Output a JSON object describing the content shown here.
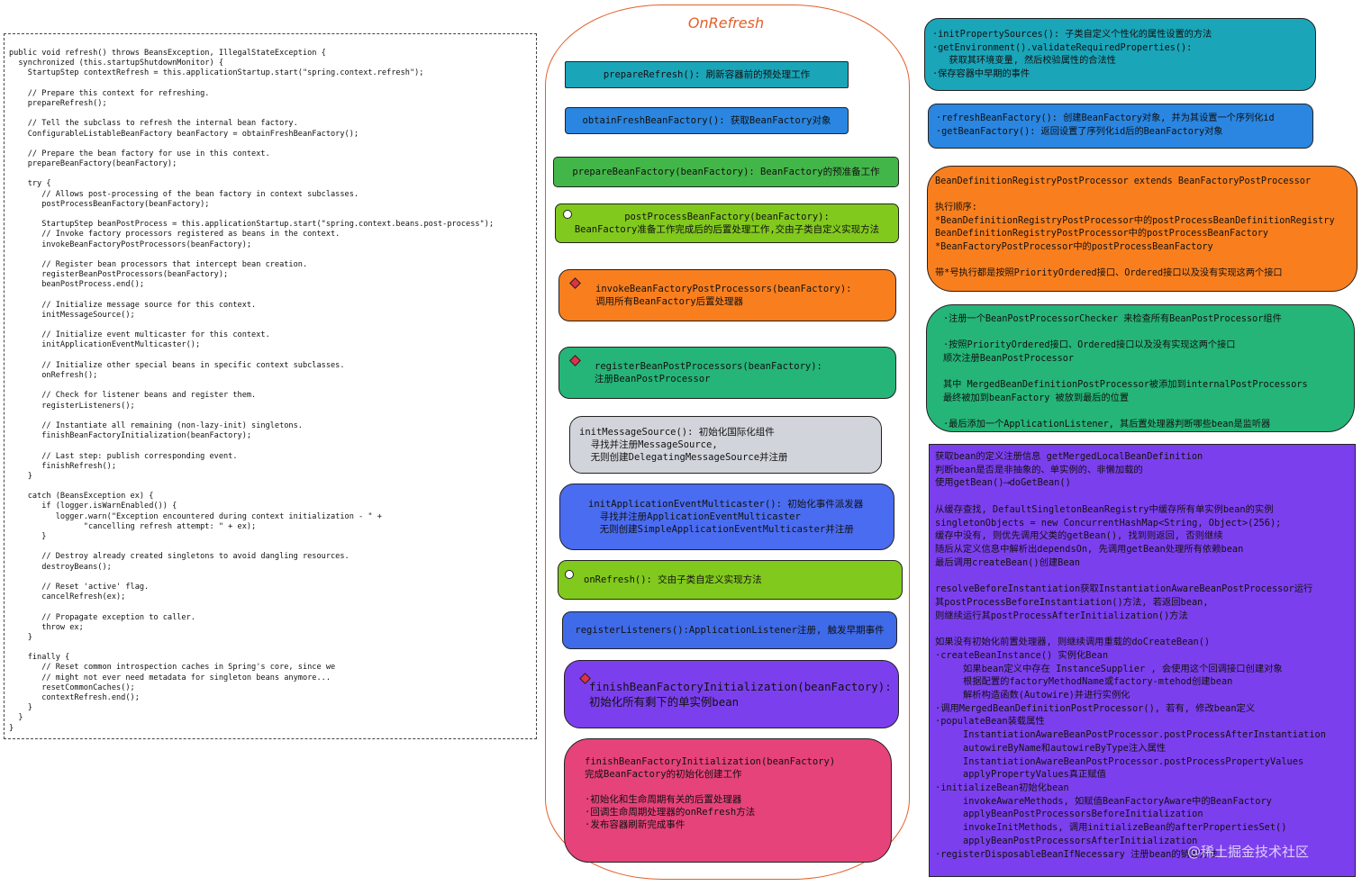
{
  "code_lines": [
    "public void refresh() throws BeansException, IllegalStateException {",
    "  synchronized (this.startupShutdownMonitor) {",
    "    StartupStep contextRefresh = this.applicationStartup.start(\"spring.context.refresh\");",
    "",
    "    // Prepare this context for refreshing.",
    "    prepareRefresh();",
    "",
    "    // Tell the subclass to refresh the internal bean factory.",
    "    ConfigurableListableBeanFactory beanFactory = obtainFreshBeanFactory();",
    "",
    "    // Prepare the bean factory for use in this context.",
    "    prepareBeanFactory(beanFactory);",
    "",
    "    try {",
    "       // Allows post-processing of the bean factory in context subclasses.",
    "       postProcessBeanFactory(beanFactory);",
    "",
    "       StartupStep beanPostProcess = this.applicationStartup.start(\"spring.context.beans.post-process\");",
    "       // Invoke factory processors registered as beans in the context.",
    "       invokeBeanFactoryPostProcessors(beanFactory);",
    "",
    "       // Register bean processors that intercept bean creation.",
    "       registerBeanPostProcessors(beanFactory);",
    "       beanPostProcess.end();",
    "",
    "       // Initialize message source for this context.",
    "       initMessageSource();",
    "",
    "       // Initialize event multicaster for this context.",
    "       initApplicationEventMulticaster();",
    "",
    "       // Initialize other special beans in specific context subclasses.",
    "       onRefresh();",
    "",
    "       // Check for listener beans and register them.",
    "       registerListeners();",
    "",
    "       // Instantiate all remaining (non-lazy-init) singletons.",
    "       finishBeanFactoryInitialization(beanFactory);",
    "",
    "       // Last step: publish corresponding event.",
    "       finishRefresh();",
    "    }",
    "",
    "    catch (BeansException ex) {",
    "       if (logger.isWarnEnabled()) {",
    "          logger.warn(\"Exception encountered during context initialization - \" +",
    "                \"cancelling refresh attempt: \" + ex);",
    "       }",
    "",
    "       // Destroy already created singletons to avoid dangling resources.",
    "       destroyBeans();",
    "",
    "       // Reset 'active' flag.",
    "       cancelRefresh(ex);",
    "",
    "       // Propagate exception to caller.",
    "       throw ex;",
    "    }",
    "",
    "    finally {",
    "       // Reset common introspection caches in Spring's core, since we",
    "       // might not ever need metadata for singleton beans anymore...",
    "       resetCommonCaches();",
    "       contextRefresh.end();",
    "    }",
    "  }",
    "}"
  ],
  "container_title": "OnRefresh",
  "steps": [
    {
      "lines": [
        "prepareRefresh(): 刷新容器前的预处理工作"
      ],
      "color": "#1aa5b9",
      "marker": "none"
    },
    {
      "lines": [
        "obtainFreshBeanFactory(): 获取BeanFactory对象"
      ],
      "color": "#2a86e0",
      "marker": "none"
    },
    {
      "lines": [
        "prepareBeanFactory(beanFactory): BeanFactory的预准备工作"
      ],
      "color": "#43b649",
      "marker": "none"
    },
    {
      "lines": [
        "postProcessBeanFactory(beanFactory):",
        "BeanFactory准备工作完成后的后置处理工作,交由子类自定义实现方法"
      ],
      "color": "#82c91e",
      "marker": "circle"
    },
    {
      "lines": [
        "invokeBeanFactoryPostProcessors(beanFactory):",
        "调用所有BeanFactory后置处理器"
      ],
      "color": "#f97f1e",
      "marker": "diamond"
    },
    {
      "lines": [
        "registerBeanPostProcessors(beanFactory):",
        "注册BeanPostProcessor"
      ],
      "color": "#25b578",
      "marker": "diamond"
    },
    {
      "lines": [
        "initMessageSource(): 初始化国际化组件",
        "  寻找并注册MessageSource,",
        "  无则创建DelegatingMessageSource并注册"
      ],
      "color": "#d1d5db",
      "marker": "none"
    },
    {
      "lines": [
        "initApplicationEventMulticaster(): 初始化事件派发器",
        "  寻找并注册ApplicationEventMulticaster",
        "  无则创建SimpleApplicationEventMulticaster并注册"
      ],
      "color": "#4a6cf0",
      "marker": "none"
    },
    {
      "lines": [
        "onRefresh(): 交由子类自定义实现方法"
      ],
      "color": "#82c91e",
      "marker": "circle"
    },
    {
      "lines": [
        "registerListeners():ApplicationListener注册, 触发早期事件"
      ],
      "color": "#3f6ae8",
      "marker": "none"
    },
    {
      "lines": [
        "finishBeanFactoryInitialization(beanFactory):",
        "初始化所有剩下的单实例bean"
      ],
      "color": "#7c3fee",
      "marker": "diamond"
    },
    {
      "lines": [
        "finishBeanFactoryInitialization(beanFactory)",
        "完成BeanFactory的初始化创建工作",
        "",
        "·初始化和生命周期有关的后置处理器",
        "·回调生命周期处理器的onRefresh方法",
        "·发布容器刷新完成事件"
      ],
      "color": "#e6437a",
      "marker": "none"
    }
  ],
  "notes": [
    {
      "lines": [
        "·initPropertySources(): 子类自定义个性化的属性设置的方法",
        "·getEnvironment().validateRequiredProperties():",
        "   获取其环境变量, 然后校验属性的合法性",
        "·保存容器中早期的事件"
      ],
      "color": "#1aa5b9"
    },
    {
      "lines": [
        "·refreshBeanFactory(): 创建BeanFactory对象, 并为其设置一个序列化id",
        "·getBeanFactory(): 返回设置了序列化id后的BeanFactory对象"
      ],
      "color": "#2a86e0"
    },
    {
      "lines": [
        "BeanDefinitionRegistryPostProcessor extends BeanFactoryPostProcessor",
        "",
        "执行顺序:",
        "*BeanDefinitionRegistryPostProcessor中的postProcessBeanDefinitionRegistry",
        "BeanDefinitionRegistryPostProcessor中的postProcessBeanFactory",
        "*BeanFactoryPostProcessor中的postProcessBeanFactory",
        "",
        "带*号执行都是按照PriorityOrdered接口、Ordered接口以及没有实现这两个接口"
      ],
      "color": "#f97f1e"
    },
    {
      "lines": [
        "·注册一个BeanPostProcessorChecker 来检查所有BeanPostProcessor组件",
        "",
        "·按照PriorityOrdered接口、Ordered接口以及没有实现这两个接口",
        "顺次注册BeanPostProcessor",
        "",
        "其中 MergedBeanDefinitionPostProcessor被添加到internalPostProcessors",
        "最终被加到beanFactory 被放到最后的位置",
        "",
        "·最后添加一个ApplicationListener, 其后置处理器判断哪些bean是监听器"
      ],
      "color": "#25b578"
    },
    {
      "lines": [
        "获取bean的定义注册信息 getMergedLocalBeanDefinition",
        "判断bean是否是非抽象的、单实例的、非懒加载的",
        "使用getBean()⟶doGetBean()",
        "",
        "从缓存查找, DefaultSingletonBeanRegistry中缓存所有单实例bean的实例",
        "singletonObjects = new ConcurrentHashMap<String, Object>(256);",
        "缓存中没有, 则优先调用父类的getBean(), 找到则返回, 否则继续",
        "随后从定义信息中解析出dependsOn, 先调用getBean处理所有依赖bean",
        "最后调用createBean()创建Bean",
        "",
        "resolveBeforeInstantiation获取InstantiationAwareBeanPostProcessor运行",
        "其postProcessBeforeInstantiation()方法, 若返回bean,",
        "则继续运行其postProcessAfterInitialization()方法",
        "",
        "如果没有初始化前置处理器, 则继续调用重载的doCreateBean()",
        "·createBeanInstance() 实例化Bean",
        "     如果bean定义中存在 InstanceSupplier , 会使用这个回调接口创建对象",
        "     根据配置的factoryMethodName或factory-mtehod创建bean",
        "     解析构造函数(Autowire)并进行实例化",
        "·调用MergedBeanDefinitionPostProcessor(), 若有, 修改bean定义",
        "·populateBean装载属性",
        "     InstantiationAwareBeanPostProcessor.postProcessAfterInstantiation",
        "     autowireByName和autowireByType注入属性",
        "     InstantiationAwareBeanPostProcessor.postProcessPropertyValues",
        "     applyPropertyValues真正赋值",
        "·initializeBean初始化bean",
        "     invokeAwareMethods, 如赋值BeanFactoryAware中的BeanFactory",
        "     applyBeanPostProcessorsBeforeInitialization",
        "     invokeInitMethods, 调用initializeBean的afterPropertiesSet()",
        "     applyBeanPostProcessorsAfterInitialization",
        "·registerDisposableBeanIfNecessary 注册bean的销毁方法"
      ],
      "color": "#7c3fee"
    }
  ],
  "watermark": "@稀土掘金技术社区"
}
